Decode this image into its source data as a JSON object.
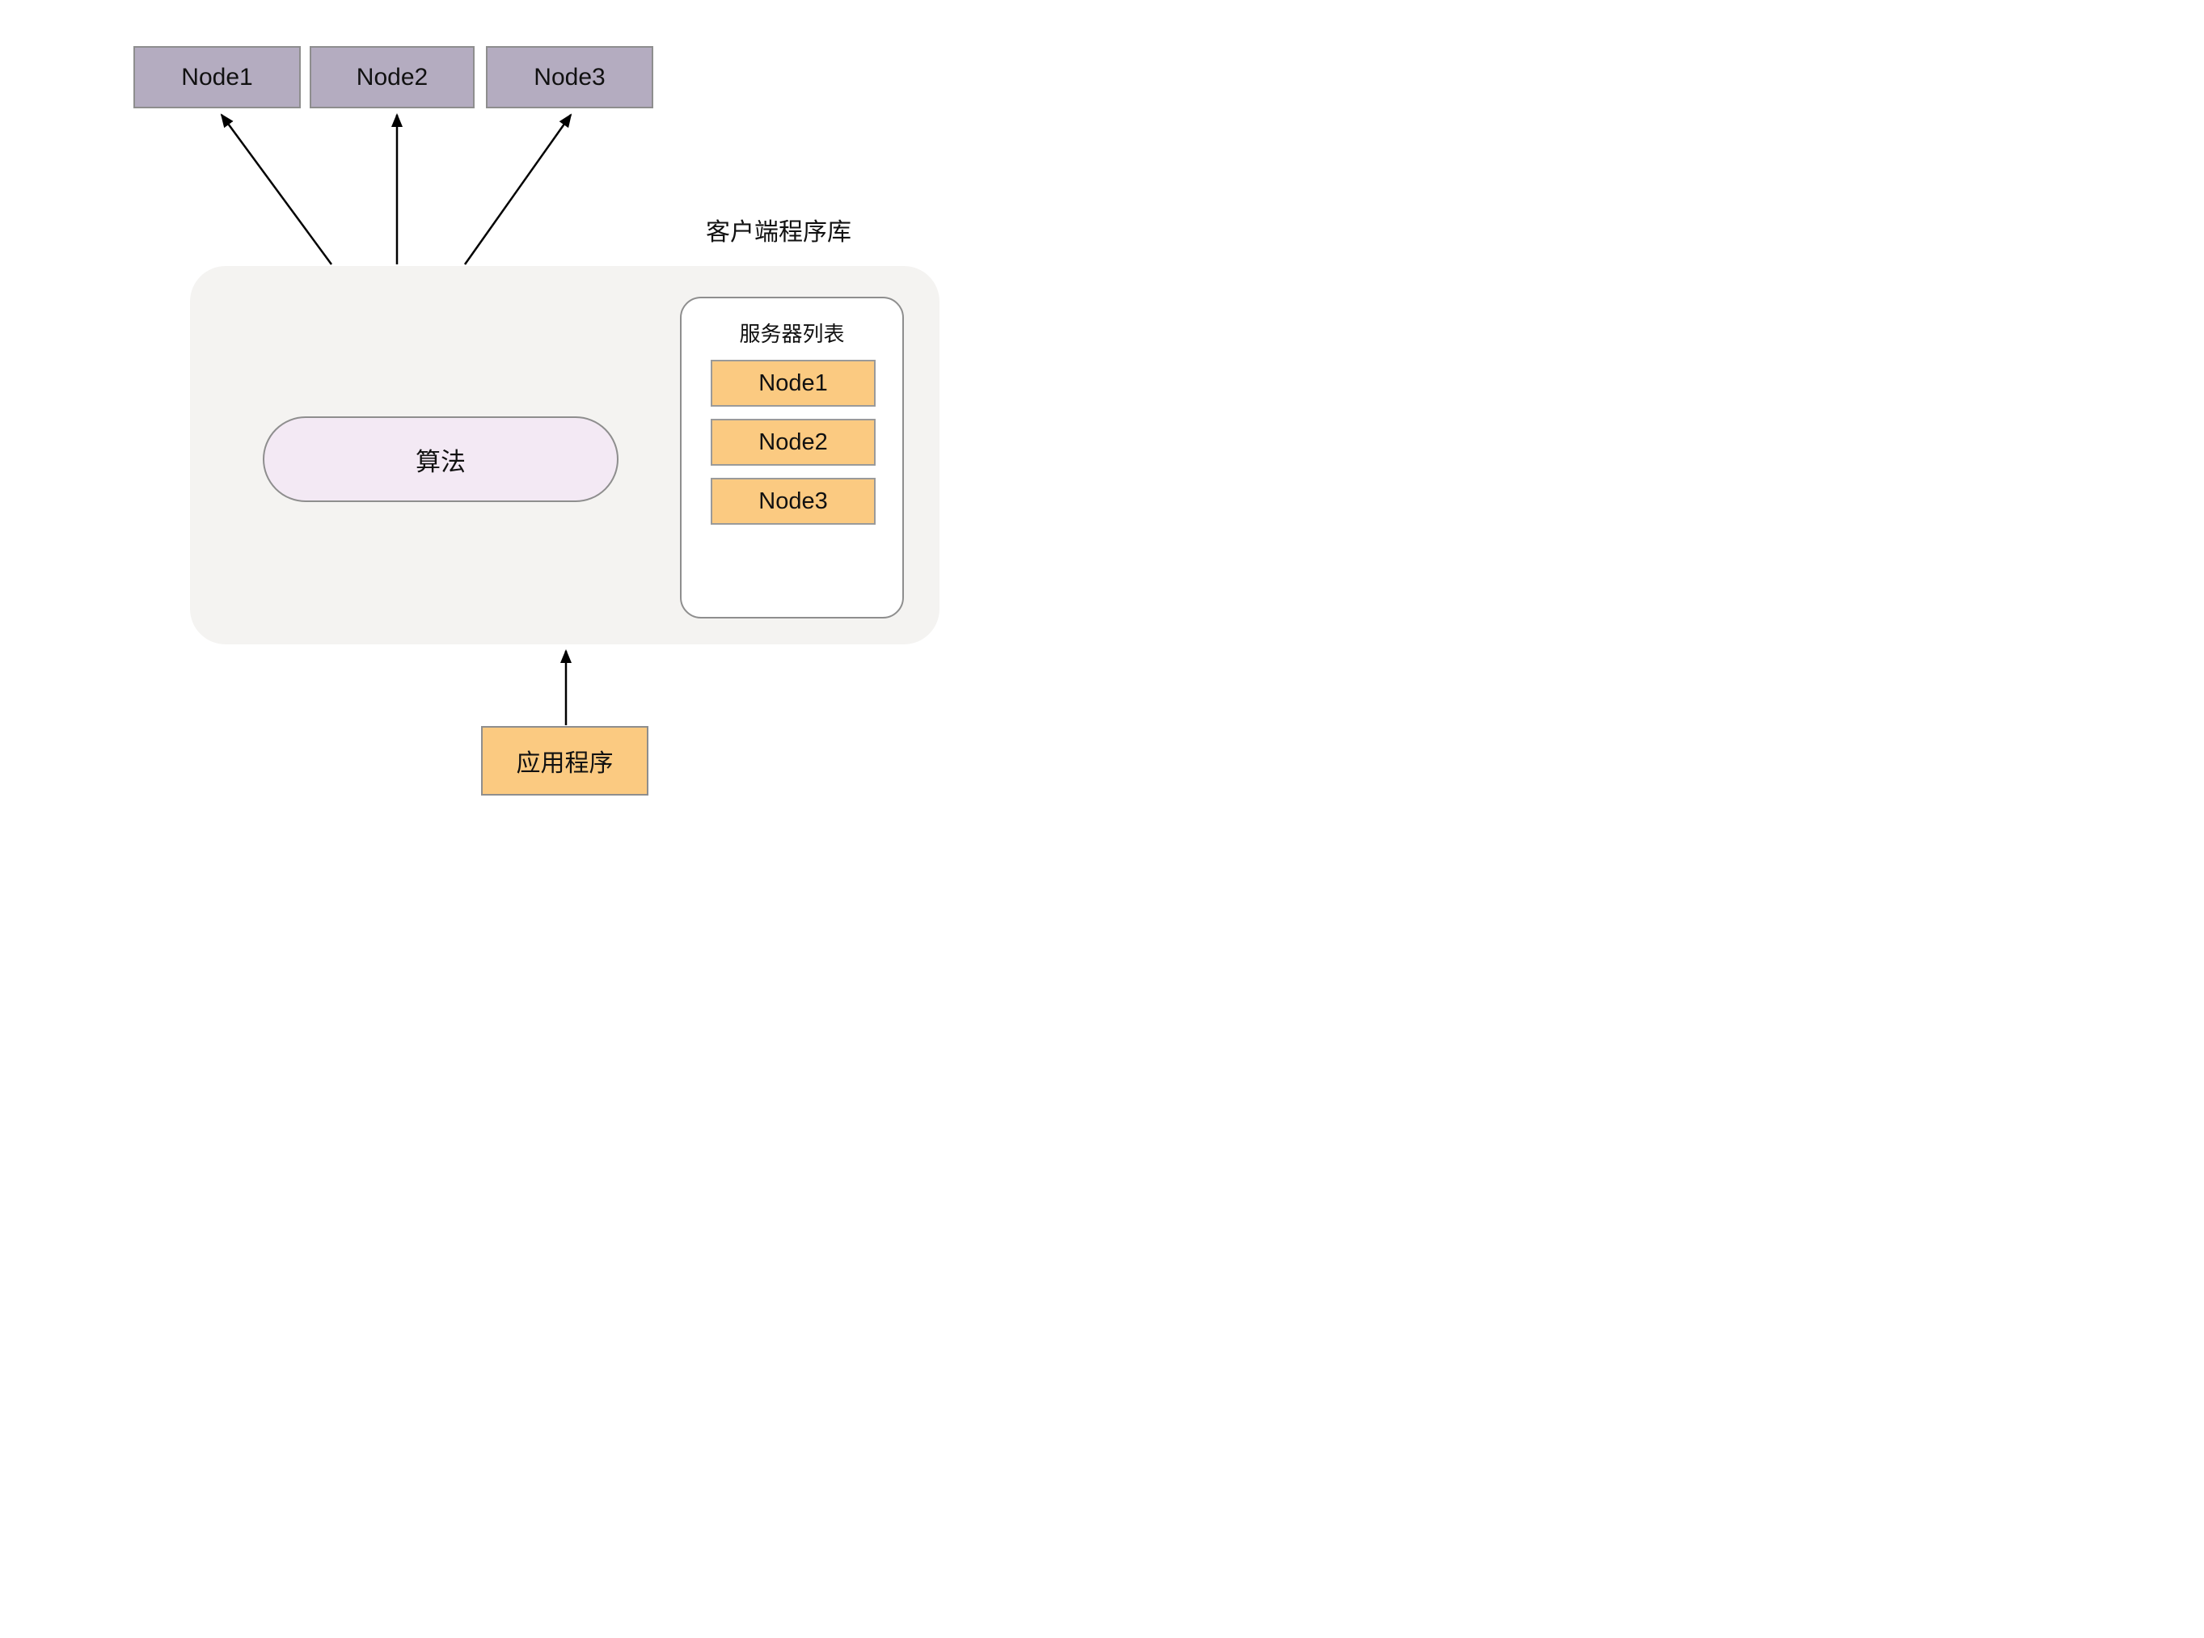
{
  "top_nodes": [
    {
      "label": "Node1"
    },
    {
      "label": "Node2"
    },
    {
      "label": "Node3"
    }
  ],
  "client_library": {
    "title": "客户端程序库",
    "algorithm": {
      "label": "算法"
    },
    "server_list": {
      "title": "服务器列表",
      "nodes": [
        {
          "label": "Node1"
        },
        {
          "label": "Node2"
        },
        {
          "label": "Node3"
        }
      ]
    }
  },
  "application": {
    "label": "应用程序"
  },
  "colors": {
    "top_node_fill": "#b4acc0",
    "server_node_fill": "#fbca81",
    "algorithm_fill": "#f3e9f4",
    "container_fill": "#f4f3f1",
    "panel_fill": "#ffffff",
    "border_gray": "#8e8e8e",
    "arrow": "#000000",
    "text": "#111111"
  }
}
